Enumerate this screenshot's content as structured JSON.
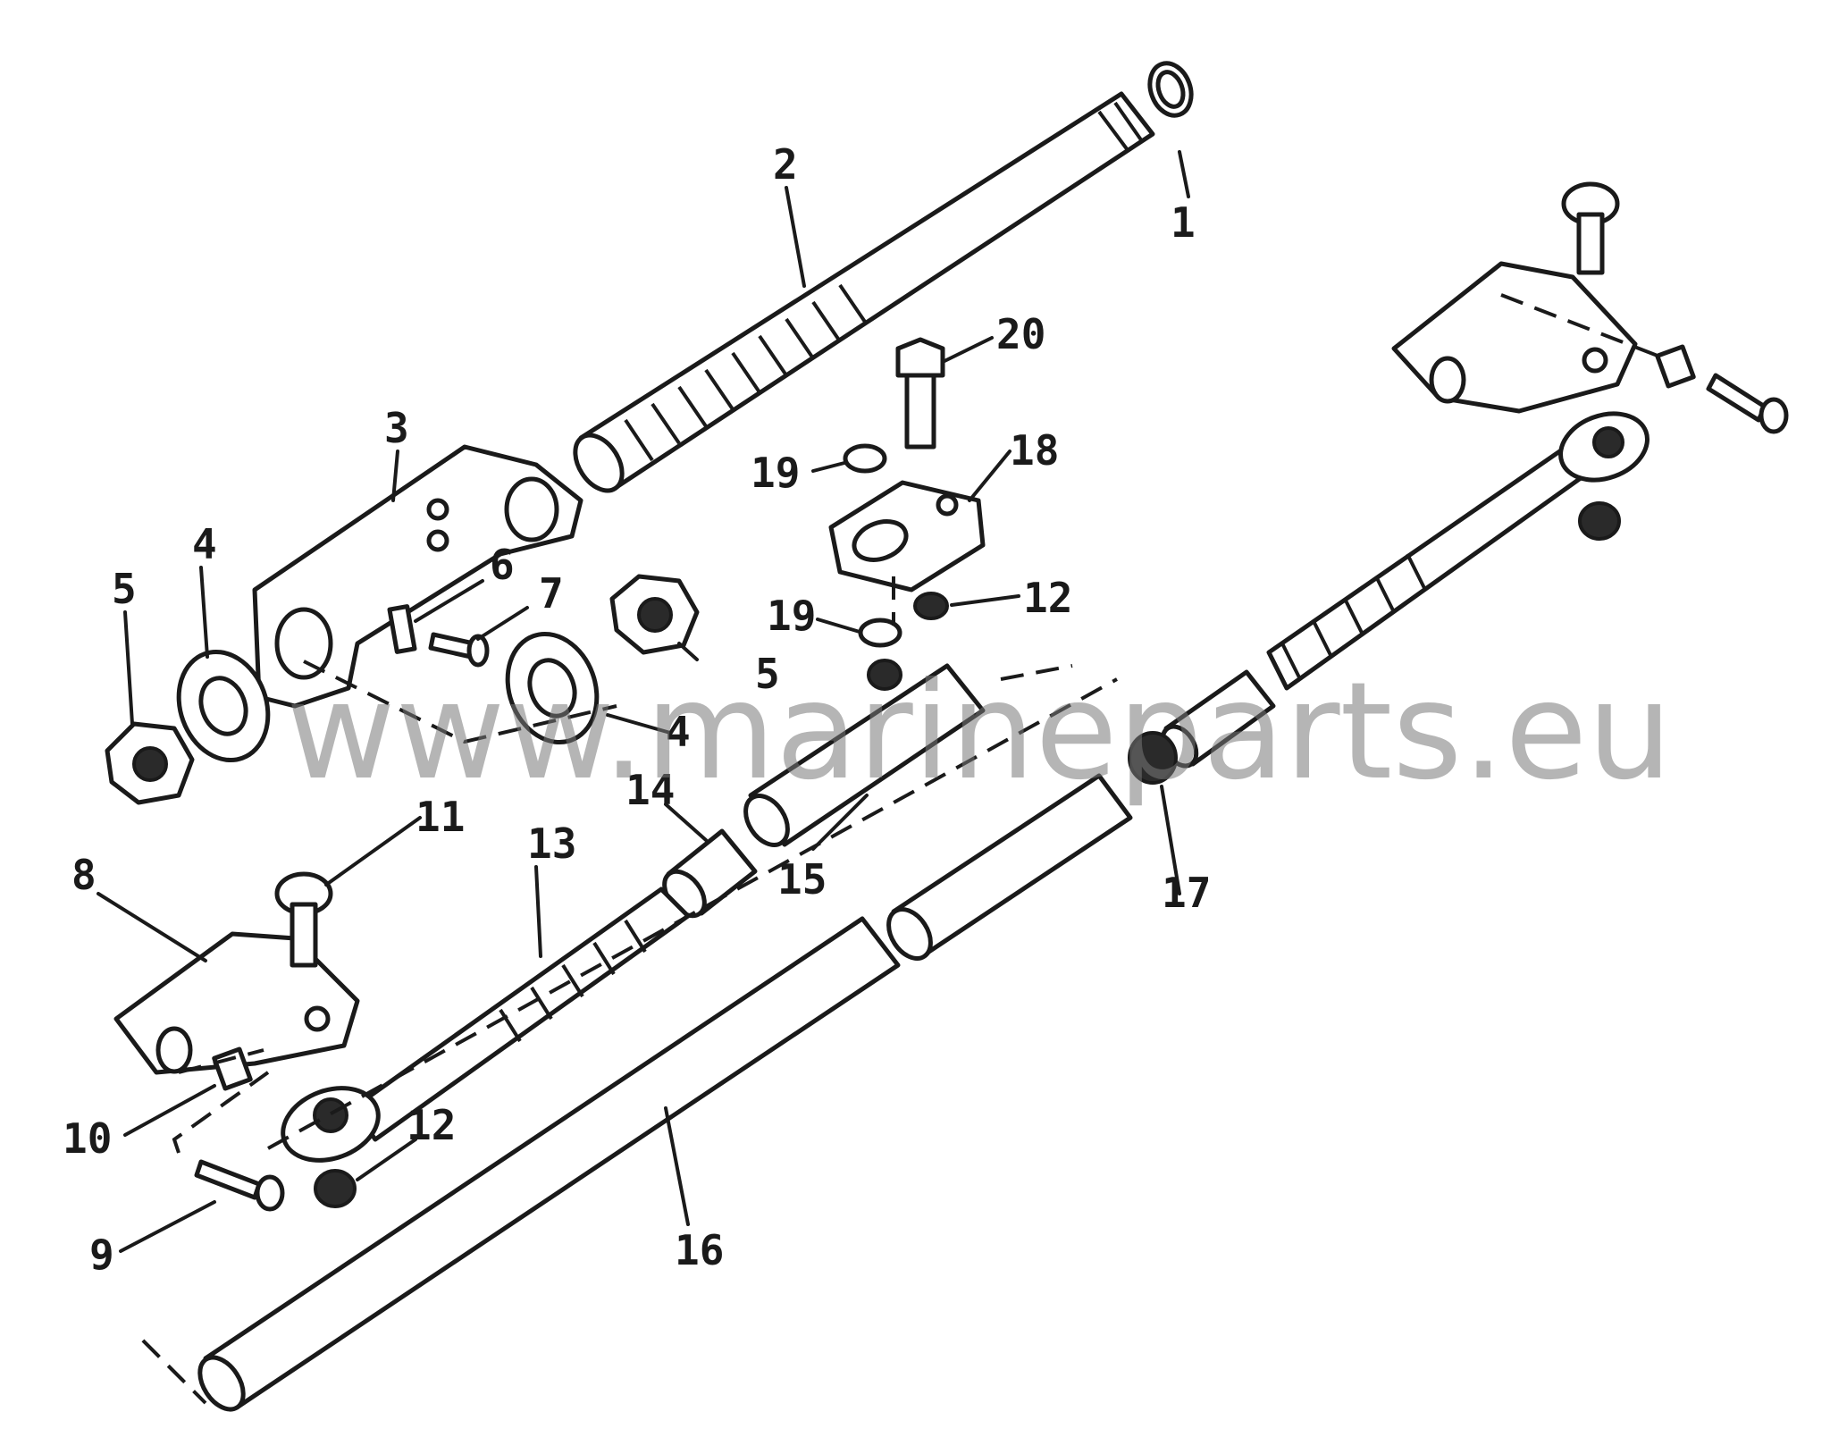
{
  "watermark": "www.marineparts.eu",
  "callouts": {
    "c1": "1",
    "c2": "2",
    "c3": "3",
    "c4a": "4",
    "c4b": "4",
    "c5a": "5",
    "c5b": "5",
    "c6": "6",
    "c7": "7",
    "c8": "8",
    "c9": "9",
    "c10": "10",
    "c11": "11",
    "c12a": "12",
    "c12b": "12",
    "c13": "13",
    "c14": "14",
    "c15": "15",
    "c16": "16",
    "c17": "17",
    "c18": "18",
    "c19a": "19",
    "c19b": "19",
    "c20": "20"
  },
  "colors": {
    "line": "#1a1a1a",
    "background": "#ffffff",
    "watermark": "#787878"
  }
}
